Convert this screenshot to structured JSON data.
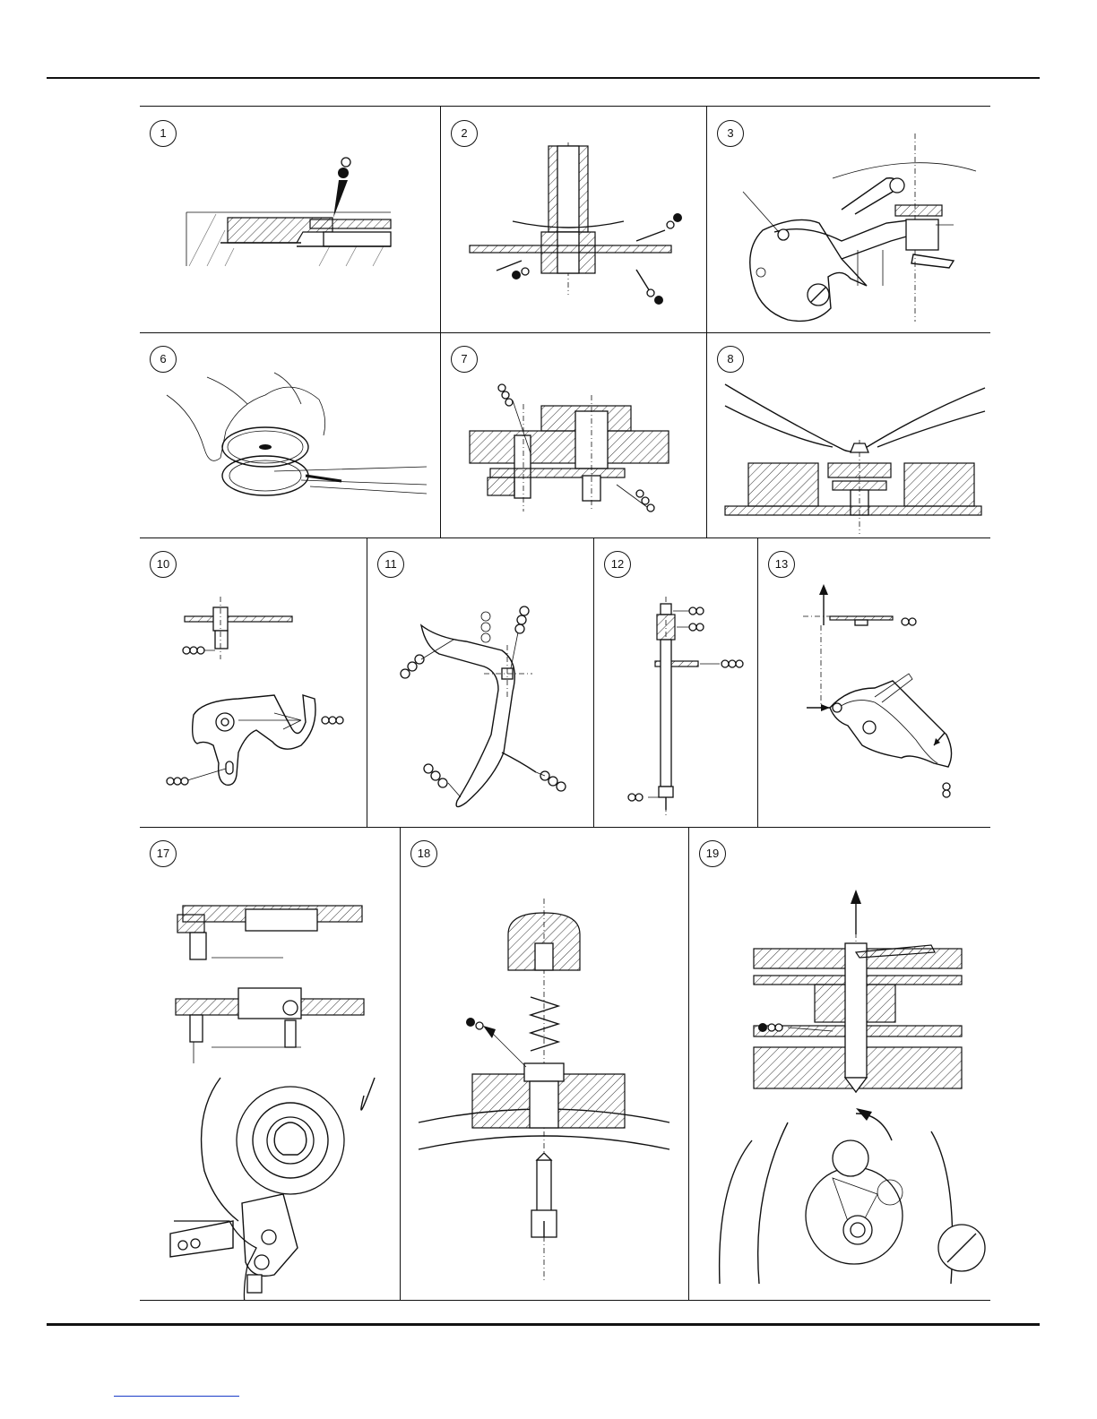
{
  "figures": [
    {
      "label": "1"
    },
    {
      "label": "2"
    },
    {
      "label": "3"
    },
    {
      "label": "6"
    },
    {
      "label": "7"
    },
    {
      "label": "8"
    },
    {
      "label": "10"
    },
    {
      "label": "11"
    },
    {
      "label": "12"
    },
    {
      "label": "13"
    },
    {
      "label": "17"
    },
    {
      "label": "18"
    },
    {
      "label": "19"
    }
  ]
}
